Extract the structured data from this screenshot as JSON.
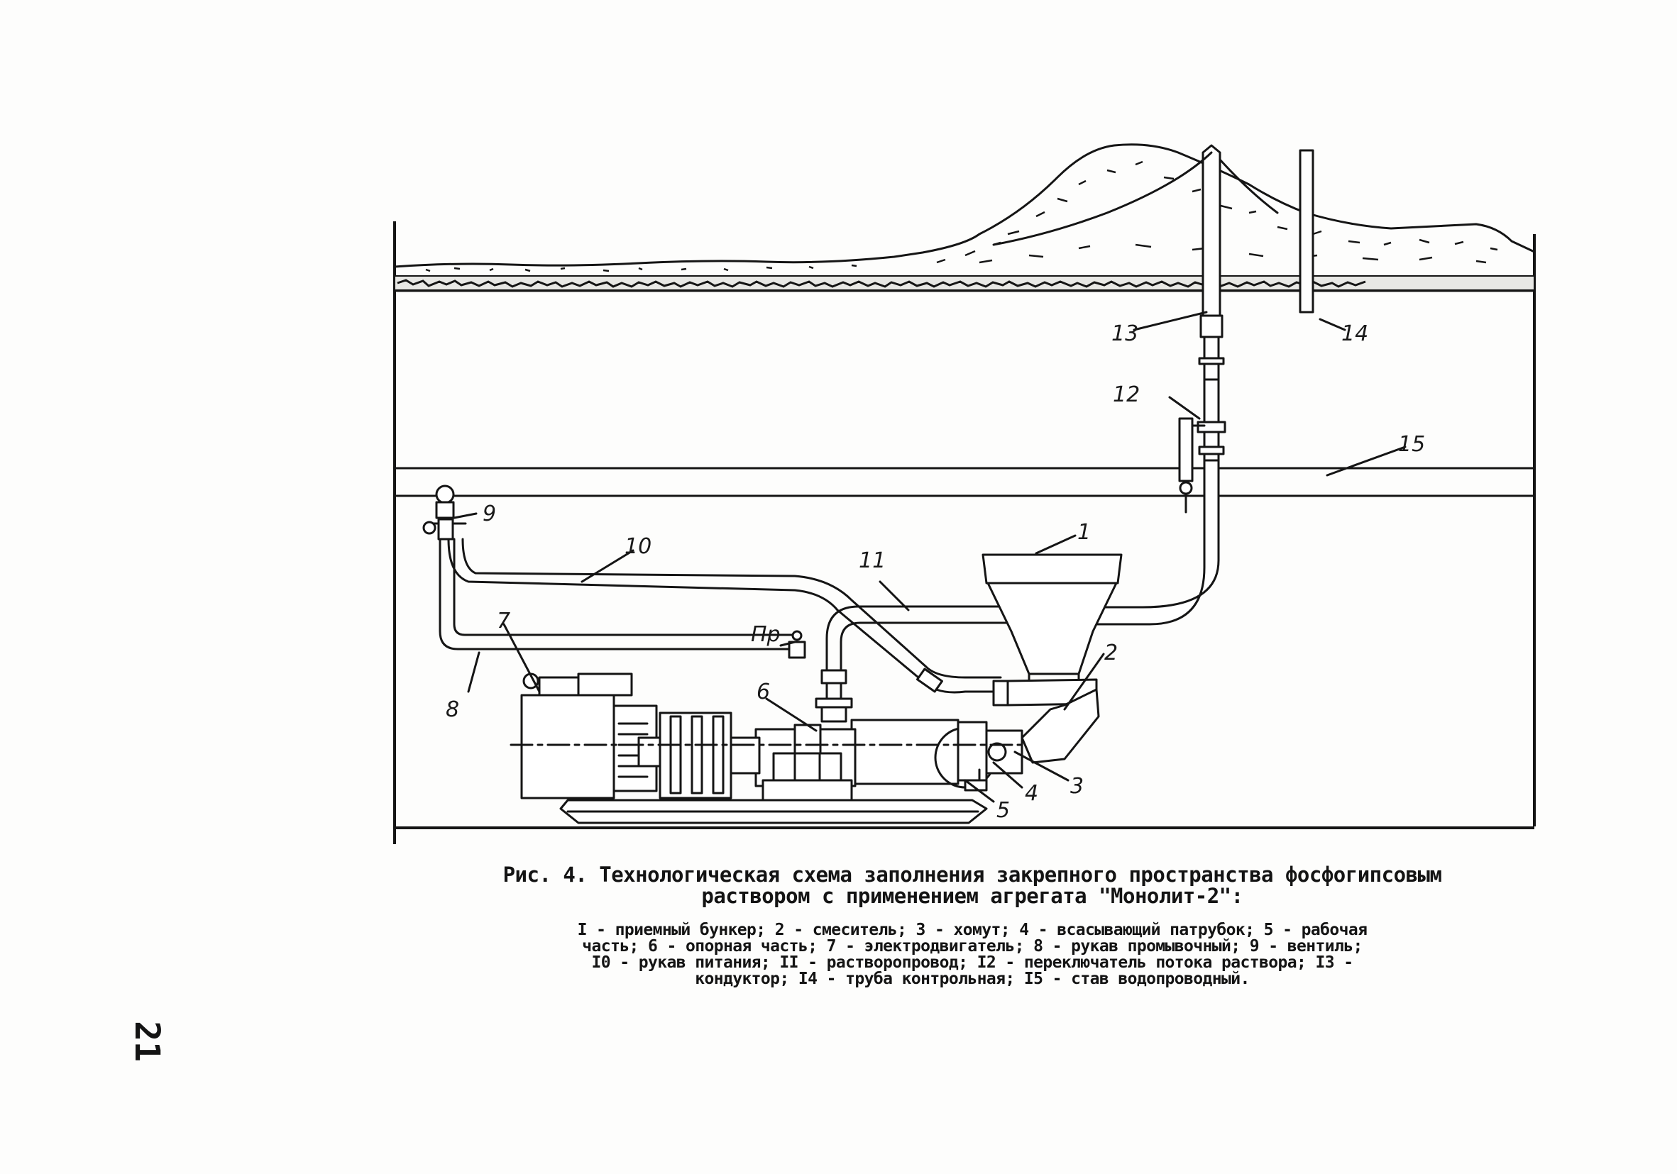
{
  "figure": {
    "labels": {
      "l1": "1",
      "l2": "2",
      "l3": "3",
      "l4": "4",
      "l5": "5",
      "l6": "6",
      "l7": "7",
      "l8": "8",
      "l9": "9",
      "l10": "10",
      "l11": "11",
      "l12": "12",
      "l13": "13",
      "l14": "14",
      "l15": "15",
      "pr": "Пр"
    }
  },
  "caption": {
    "title_line1": "Рис. 4. Технологическая схема заполнения закрепного пространства фосфогипсовым",
    "title_line2": "раствором с применением агрегата \"Монолит-2\":",
    "legend_line1": "I - приемный бункер; 2 - смеситель; 3 - хомут; 4 - всасывающий патрубок; 5 - рабочая",
    "legend_line2": "часть; 6 - опорная часть; 7 - электродвигатель; 8 - рукав промывочный; 9 - вентиль;",
    "legend_line3": "I0 - рукав питания; II - растворопровод; I2 - переключатель потока раствора; I3 -",
    "legend_line4": "кондуктор; I4 - труба контрольная; I5 - став водопроводный."
  },
  "page_number": "21"
}
